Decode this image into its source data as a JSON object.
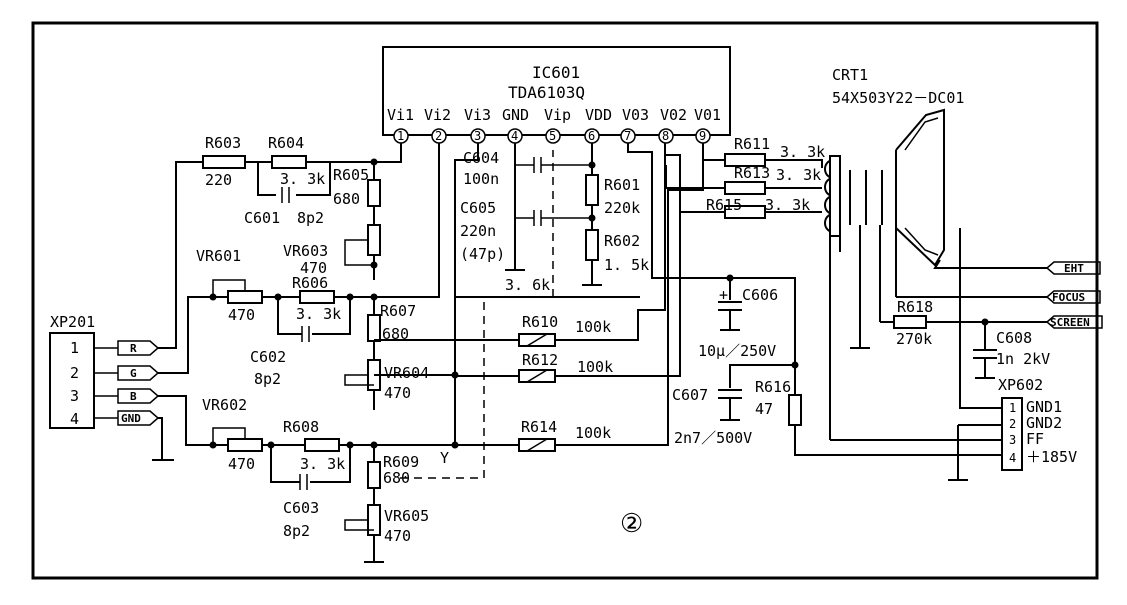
{
  "ic": {
    "ref": "IC601",
    "part": "TDA6103Q",
    "pins": [
      "Vi1",
      "Vi2",
      "Vi3",
      "GND",
      "Vip",
      "VDD",
      "V03",
      "V02",
      "V01"
    ],
    "pin_numbers": [
      "1",
      "2",
      "3",
      "4",
      "5",
      "6",
      "7",
      "8",
      "9"
    ]
  },
  "crt": {
    "ref": "CRT1",
    "part": "54X503Y22－DC01"
  },
  "connectors": {
    "xp201": {
      "ref": "XP201",
      "pins": [
        "1",
        "2",
        "3",
        "4"
      ],
      "signals": [
        "R",
        "G",
        "B",
        "GND"
      ]
    },
    "xp602": {
      "ref": "XP602",
      "pins": [
        "1",
        "2",
        "3",
        "4"
      ],
      "signals": [
        "GND1",
        "GND2",
        "FF",
        "＋185V"
      ]
    }
  },
  "tags": {
    "eht": "EHT",
    "focus": "FOCUS",
    "screen": "SCREEN"
  },
  "resistors": {
    "r603": {
      "ref": "R603",
      "value": "220"
    },
    "r604": {
      "ref": "R604",
      "value": "3. 3k"
    },
    "r605": {
      "ref": "R605",
      "value": "680"
    },
    "r606": {
      "ref": "R606",
      "value": "3. 3k"
    },
    "r607": {
      "ref": "R607",
      "value": "680"
    },
    "r608": {
      "ref": "R608",
      "value": "3. 3k"
    },
    "r609": {
      "ref": "R609",
      "value": "680"
    },
    "r601": {
      "ref": "R601",
      "value": "220k"
    },
    "r602": {
      "ref": "R602",
      "value": "1. 5k"
    },
    "r610": {
      "ref": "R610",
      "value": "100k"
    },
    "r612": {
      "ref": "R612",
      "value": "100k"
    },
    "r614": {
      "ref": "R614",
      "value": "100k"
    },
    "r611": {
      "ref": "R611",
      "value": "3. 3k"
    },
    "r613": {
      "ref": "R613",
      "value": "3. 3k"
    },
    "r615": {
      "ref": "R615",
      "value": "3. 3k"
    },
    "r616": {
      "ref": "R616",
      "value": "47"
    },
    "r618": {
      "ref": "R618",
      "value": "270k"
    },
    "r_y": {
      "value": "3. 6k"
    }
  },
  "trimmers": {
    "vr601": {
      "ref": "VR601",
      "value": "470"
    },
    "vr602": {
      "ref": "VR602",
      "value": "470"
    },
    "vr603": {
      "ref": "VR603",
      "value": "470"
    },
    "vr604": {
      "ref": "VR604",
      "value": "470"
    },
    "vr605": {
      "ref": "VR605",
      "value": "470"
    }
  },
  "capacitors": {
    "c601": {
      "ref": "C601",
      "value": "8p2"
    },
    "c602": {
      "ref": "C602",
      "value": "8p2"
    },
    "c603": {
      "ref": "C603",
      "value": "8p2"
    },
    "c604": {
      "ref": "C604",
      "value": "100n"
    },
    "c605": {
      "ref": "C605",
      "value": "220n",
      "alt": "(47p)"
    },
    "c606": {
      "ref": "C606",
      "value": "10μ／250V"
    },
    "c607": {
      "ref": "C607",
      "value": "2n7／500V"
    },
    "c608": {
      "ref": "C608",
      "value": "1n  2kV"
    }
  },
  "misc": {
    "node_y": "Y",
    "figure_number": "②"
  }
}
